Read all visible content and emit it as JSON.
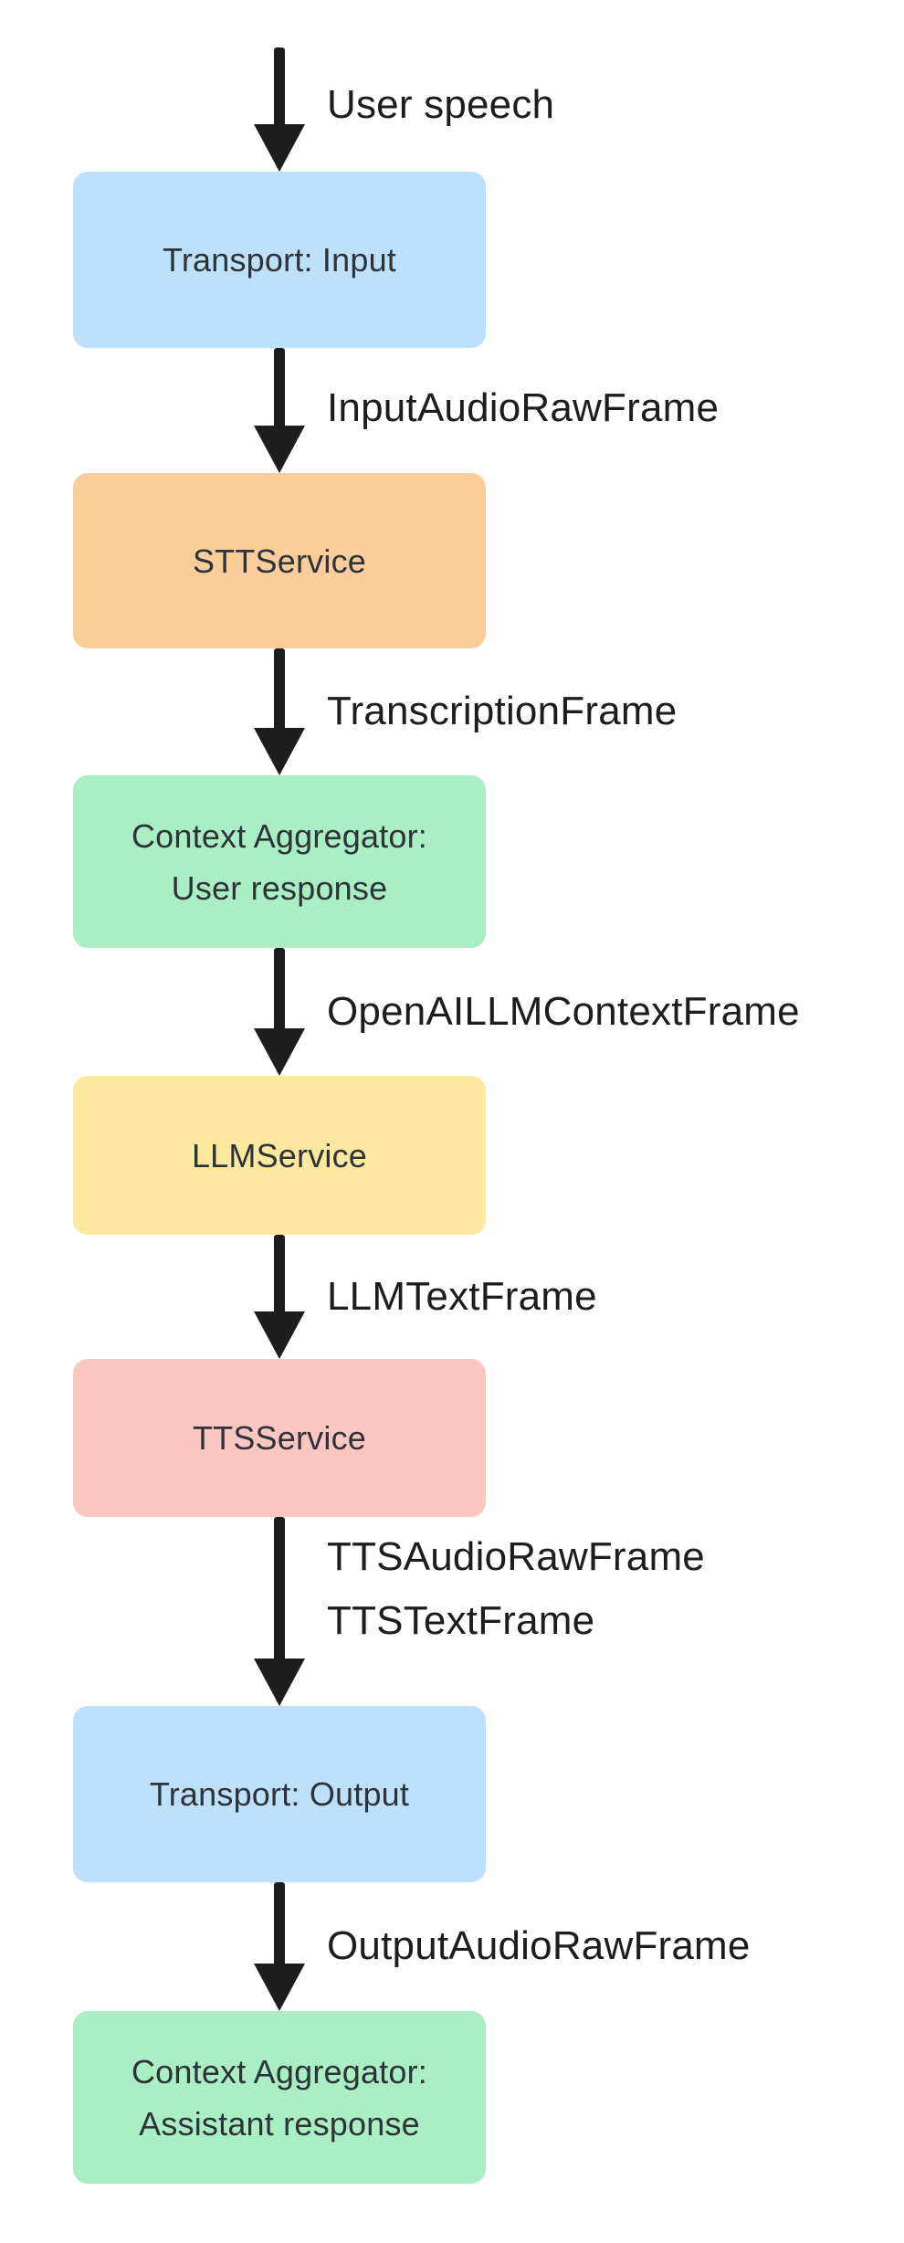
{
  "diagram": {
    "background": "#FFFFFF",
    "arrow_color": "#1D1D1D",
    "nodes": [
      {
        "label": "Transport: Input",
        "color": "#BDE0FC"
      },
      {
        "label": "STTService",
        "color": "#FACD9B"
      },
      {
        "label": "Context Aggregator:\nUser response",
        "color": "#A9EFC3"
      },
      {
        "label": "LLMService",
        "color": "#FDE89F"
      },
      {
        "label": "TTSService",
        "color": "#FEC6C0"
      },
      {
        "label": "Transport: Output",
        "color": "#BDE0FC"
      },
      {
        "label": "Context Aggregator:\nAssistant response",
        "color": "#A9EFC3"
      }
    ],
    "edges": [
      {
        "label": "User speech"
      },
      {
        "label": "InputAudioRawFrame"
      },
      {
        "label": "TranscriptionFrame"
      },
      {
        "label": "OpenAILLMContextFrame"
      },
      {
        "label": "LLMTextFrame"
      },
      {
        "label": "TTSAudioRawFrame\nTTSTextFrame"
      },
      {
        "label": "OutputAudioRawFrame"
      }
    ]
  }
}
